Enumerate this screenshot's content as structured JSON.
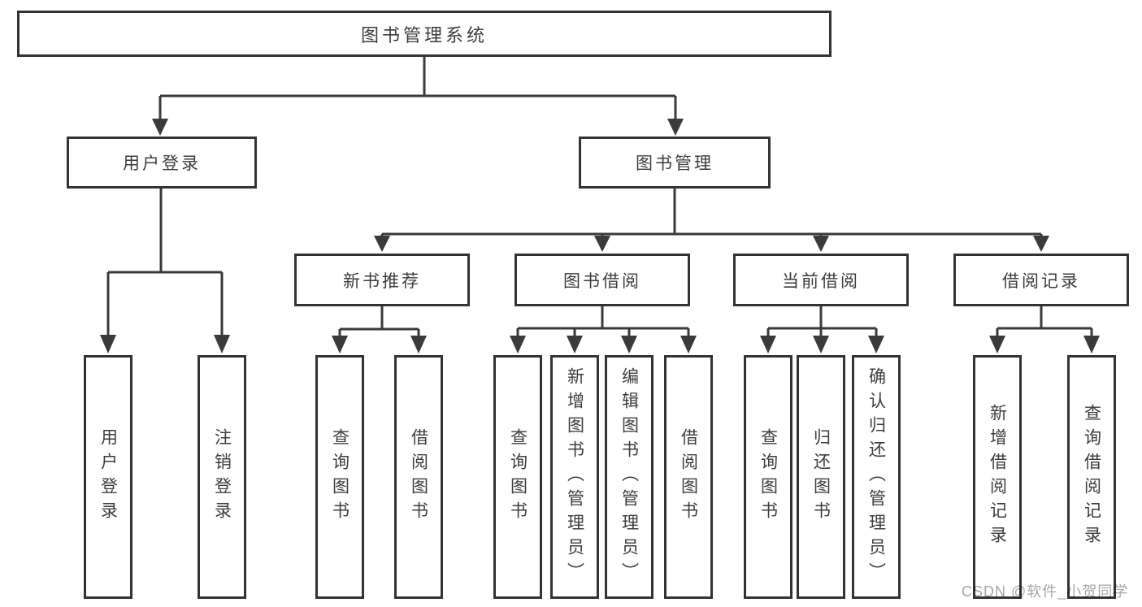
{
  "tree": {
    "root": {
      "label": "图书管理系统"
    },
    "branches": [
      {
        "label": "用户登录",
        "children": [
          {
            "label": "用户登录"
          },
          {
            "label": "注销登录"
          }
        ]
      },
      {
        "label": "图书管理",
        "children": [
          {
            "label": "新书推荐",
            "children": [
              {
                "label": "查询图书"
              },
              {
                "label": "借阅图书"
              }
            ]
          },
          {
            "label": "图书借阅",
            "children": [
              {
                "label": "查询图书"
              },
              {
                "label": "新增图书（管理员）"
              },
              {
                "label": "编辑图书（管理员）"
              },
              {
                "label": "借阅图书"
              }
            ]
          },
          {
            "label": "当前借阅",
            "children": [
              {
                "label": "查询图书"
              },
              {
                "label": "归还图书"
              },
              {
                "label": "确认归还（管理员）"
              }
            ]
          },
          {
            "label": "借阅记录",
            "children": [
              {
                "label": "新增借阅记录"
              },
              {
                "label": "查询借阅记录"
              }
            ]
          }
        ]
      }
    ]
  },
  "watermark": {
    "text": "CSDN @软件_小贺同学"
  },
  "colors": {
    "line": "#3a3a3a",
    "text": "#3c3c3c",
    "box_background": "#ffffff",
    "watermark": "#a6a6a6"
  }
}
